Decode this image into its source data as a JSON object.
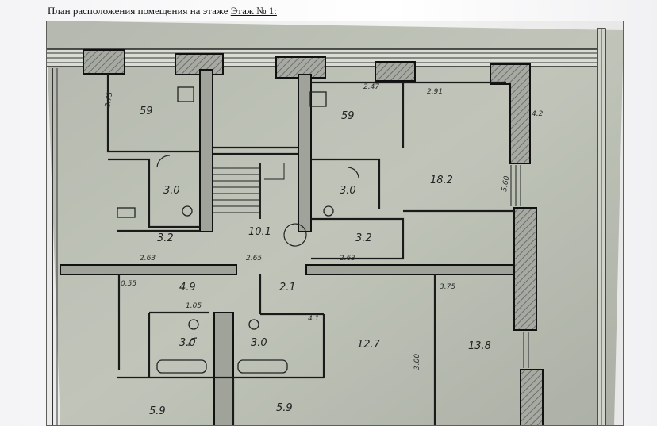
{
  "document": {
    "heading": "План расположения помещения на этаже",
    "floor_label": "Этаж № 1:"
  },
  "floor_plan": {
    "room_areas": [
      "59",
      "59",
      "18.2",
      "3.0",
      "3.0",
      "3.2",
      "3.2",
      "10.1",
      "4.9",
      "2.1",
      "3.0",
      "3.0",
      "12.7",
      "13.8",
      "5.9",
      "5.9"
    ],
    "dimension_marks": [
      "2.73",
      "2.47",
      "2.91",
      "2.63",
      "2.63",
      "3.00",
      "5.60",
      "2.65",
      "0.55",
      "1.05",
      "3.75",
      "4.2",
      "4.1"
    ]
  }
}
